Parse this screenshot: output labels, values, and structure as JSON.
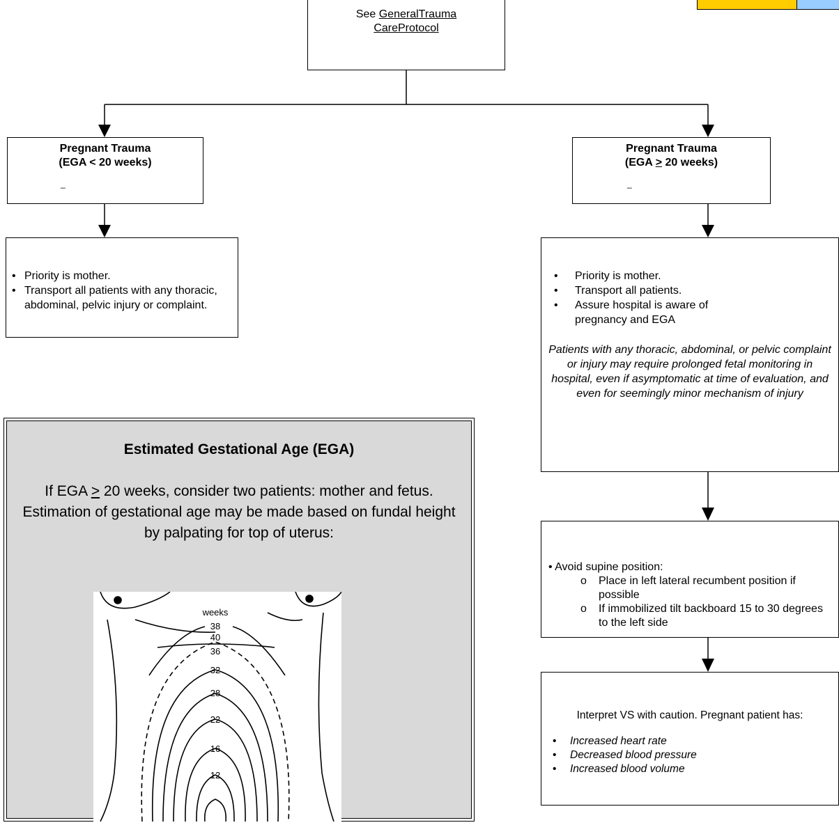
{
  "top": {
    "prefix": "See ",
    "link_line1": "GeneralTrauma",
    "link_line2": "CareProtocol"
  },
  "left_title": {
    "line1": "Pregnant Trauma",
    "line2": "(EGA < 20 weeks)",
    "mark": "_"
  },
  "right_title": {
    "line1": "Pregnant Trauma",
    "line2_prefix": "(EGA ",
    "ge_symbol": ">",
    "line2_suffix": " 20 weeks)",
    "mark": "_"
  },
  "left_list": [
    "Priority is mother.",
    "Transport all patients with any thoracic, abdominal, pelvic injury or complaint."
  ],
  "right_list": [
    "Priority is mother.",
    "Transport all patients.",
    "Assure hospital is aware of pregnancy and EGA"
  ],
  "right_note": "Patients with any thoracic, abdominal, or pelvic complaint or injury may require prolonged fetal monitoring in hospital, even if asymptomatic at time of evaluation, and even for seemingly minor mechanism of injury",
  "supine": {
    "main": "Avoid supine position:",
    "subs": [
      "Place in left lateral recumbent position if possible",
      "If immobilized tilt backboard 15 to 30 degrees to the left side"
    ],
    "bullet": "•",
    "sub_bullet": "o"
  },
  "vs": {
    "intro": "Interpret VS with caution. Pregnant patient has:",
    "items": [
      "Increased heart rate",
      "Decreased blood pressure",
      "Increased blood volume"
    ]
  },
  "ega": {
    "title": "Estimated Gestational Age (EGA)",
    "text_prefix": "If EGA ",
    "ge_symbol": ">",
    "text_suffix": " 20 weeks, consider two patients: mother and fetus. Estimation of gestational age may be made based on fundal height by palpating for top of uterus:",
    "diagram": {
      "header": "weeks",
      "weeks": [
        "38",
        "40",
        "36",
        "32",
        "28",
        "22",
        "16",
        "12"
      ]
    }
  },
  "colors": {
    "corner_yellow": "#ffcc00",
    "corner_blue": "#99ccff",
    "ega_bg": "#d9d9d9"
  }
}
